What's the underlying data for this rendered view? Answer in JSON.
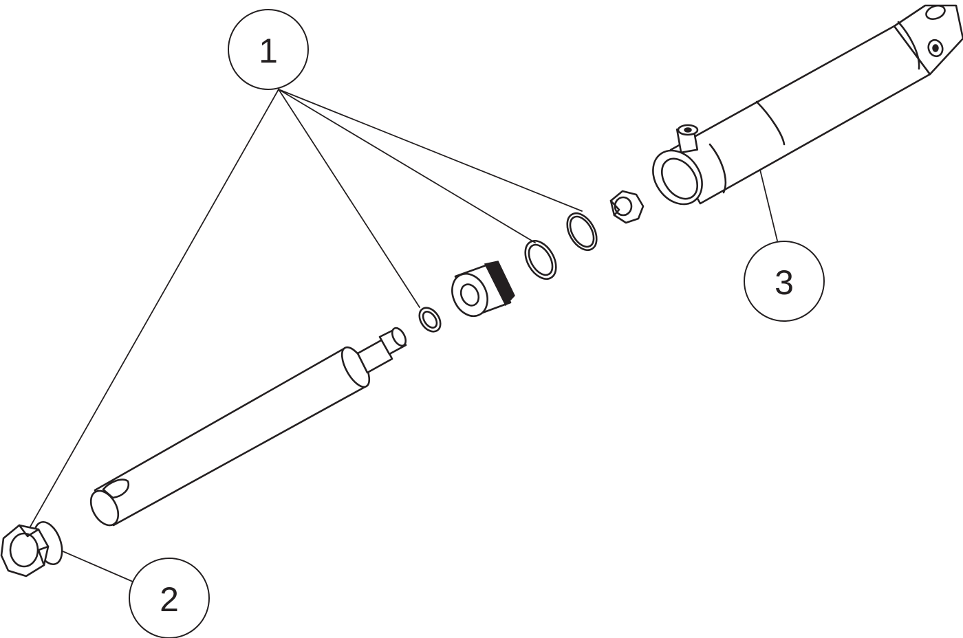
{
  "callouts": [
    {
      "id": "1",
      "label": "1"
    },
    {
      "id": "2",
      "label": "2"
    },
    {
      "id": "3",
      "label": "3"
    }
  ],
  "colors": {
    "ink": "#231f20",
    "background": "#ffffff"
  }
}
